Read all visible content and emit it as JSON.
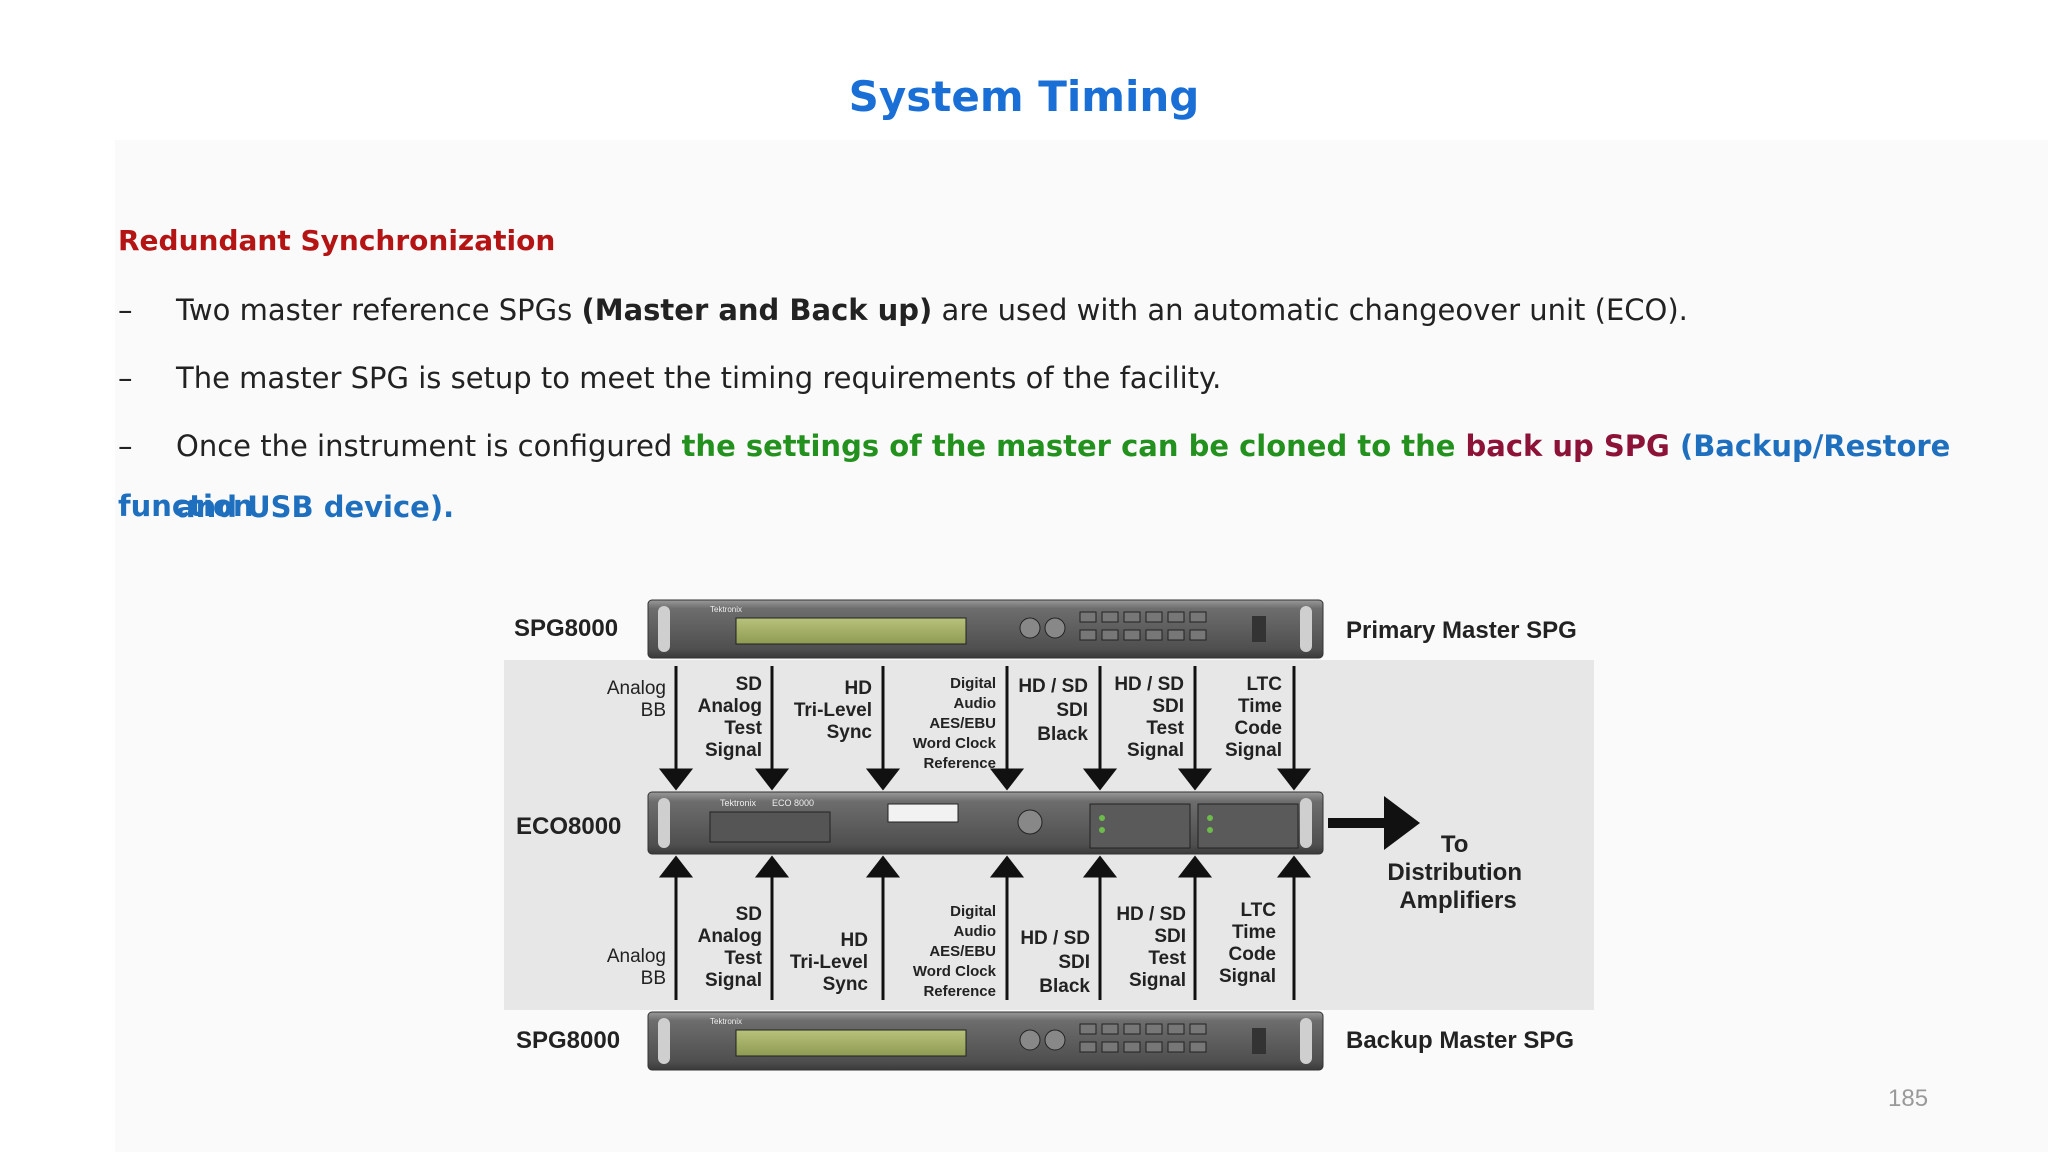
{
  "slide": {
    "title": "System Timing",
    "subtitle": "Redundant Synchronization",
    "dash": "–",
    "bullet1": {
      "pre": "Two master reference SPGs ",
      "bold": "(Master and Back up)",
      "post": " are used with an automatic changeover unit (ECO)."
    },
    "bullet2": "The master SPG is setup to meet the timing requirements of the facility.",
    "bullet3": {
      "pre": "Once the instrument is configured ",
      "green": "the settings of the master can be cloned to the ",
      "maroon": "back up SPG ",
      "blue": "(Backup/Restore function",
      "cont": "and USB device)."
    },
    "page_number": "185"
  },
  "diagram": {
    "top_device_label": "SPG8000",
    "mid_device_label": "ECO8000",
    "bottom_device_label": "SPG8000",
    "primary_label": "Primary Master SPG",
    "backup_label": "Backup Master SPG",
    "output_label": [
      "To",
      "Distribution",
      "Amplifiers"
    ],
    "brand": "Tektronix",
    "eco_model": "ECO 8000",
    "signals_top": [
      [
        "Analog",
        "BB"
      ],
      [
        "SD",
        "Analog",
        "Test",
        "Signal"
      ],
      [
        "HD",
        "Tri-Level",
        "Sync"
      ],
      [
        "Digital",
        "Audio",
        "AES/EBU",
        "Word Clock",
        "Reference"
      ],
      [
        "HD / SD",
        "SDI",
        "Black"
      ],
      [
        "HD / SD",
        "SDI",
        "Test",
        "Signal"
      ],
      [
        "LTC",
        "Time",
        "Code",
        "Signal"
      ]
    ],
    "signals_bottom": [
      [
        "Analog",
        "BB"
      ],
      [
        "SD",
        "Analog",
        "Test",
        "Signal"
      ],
      [
        "HD",
        "Tri-Level",
        "Sync"
      ],
      [
        "Digital",
        "Audio",
        "AES/EBU",
        "Word Clock",
        "Reference"
      ],
      [
        "HD / SD",
        "SDI",
        "Black"
      ],
      [
        "HD / SD",
        "SDI",
        "Test",
        "Signal"
      ],
      [
        "LTC",
        "Time",
        "Code",
        "Signal"
      ]
    ]
  }
}
